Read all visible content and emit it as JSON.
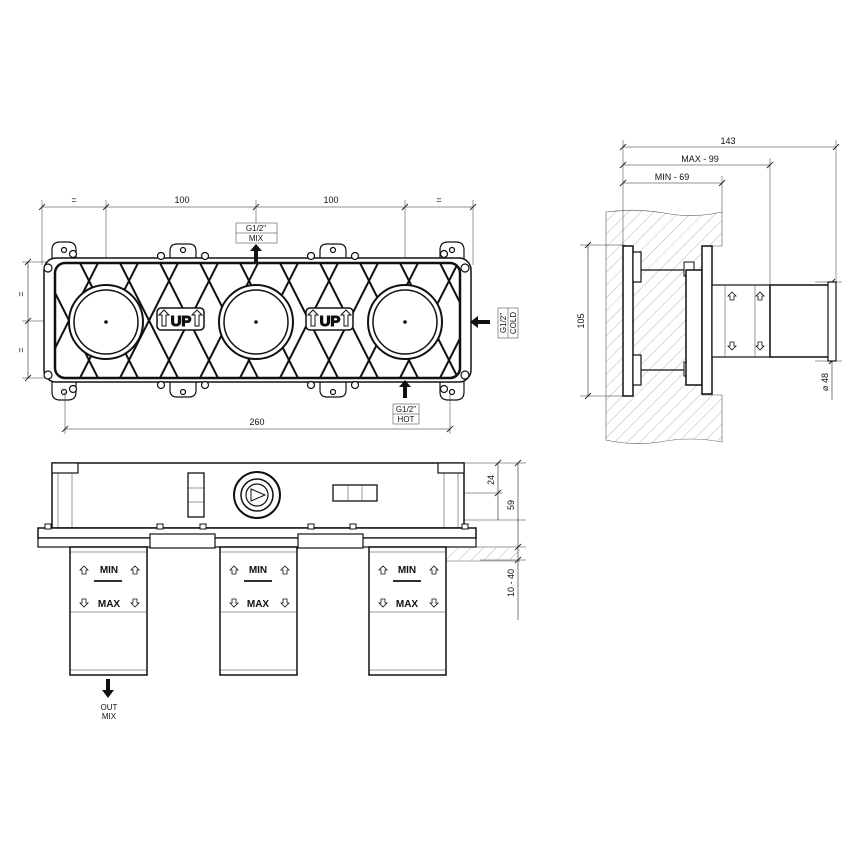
{
  "front_view": {
    "dim_equal": "=",
    "dim_spacing_left": "100",
    "dim_spacing_right": "100",
    "dim_total_width": "260",
    "label_up": "UP",
    "mix_label": [
      "G1/2\"",
      "MIX"
    ],
    "cold_label": [
      "G1/2\"",
      "COLD"
    ],
    "hot_label": [
      "G1/2\"",
      "HOT"
    ]
  },
  "side_view": {
    "dim_total_depth": "143",
    "dim_max_depth": "MAX - 99",
    "dim_min_depth": "MIN - 69",
    "dim_height": "105",
    "dim_diameter": "⌀ 48"
  },
  "bottom_view": {
    "dim_top_height": "24",
    "dim_body_height": "59",
    "dim_wall_range": "10 - 40",
    "min_label": "MIN",
    "max_label": "MAX",
    "out_label": [
      "OUT",
      "MIX"
    ]
  }
}
